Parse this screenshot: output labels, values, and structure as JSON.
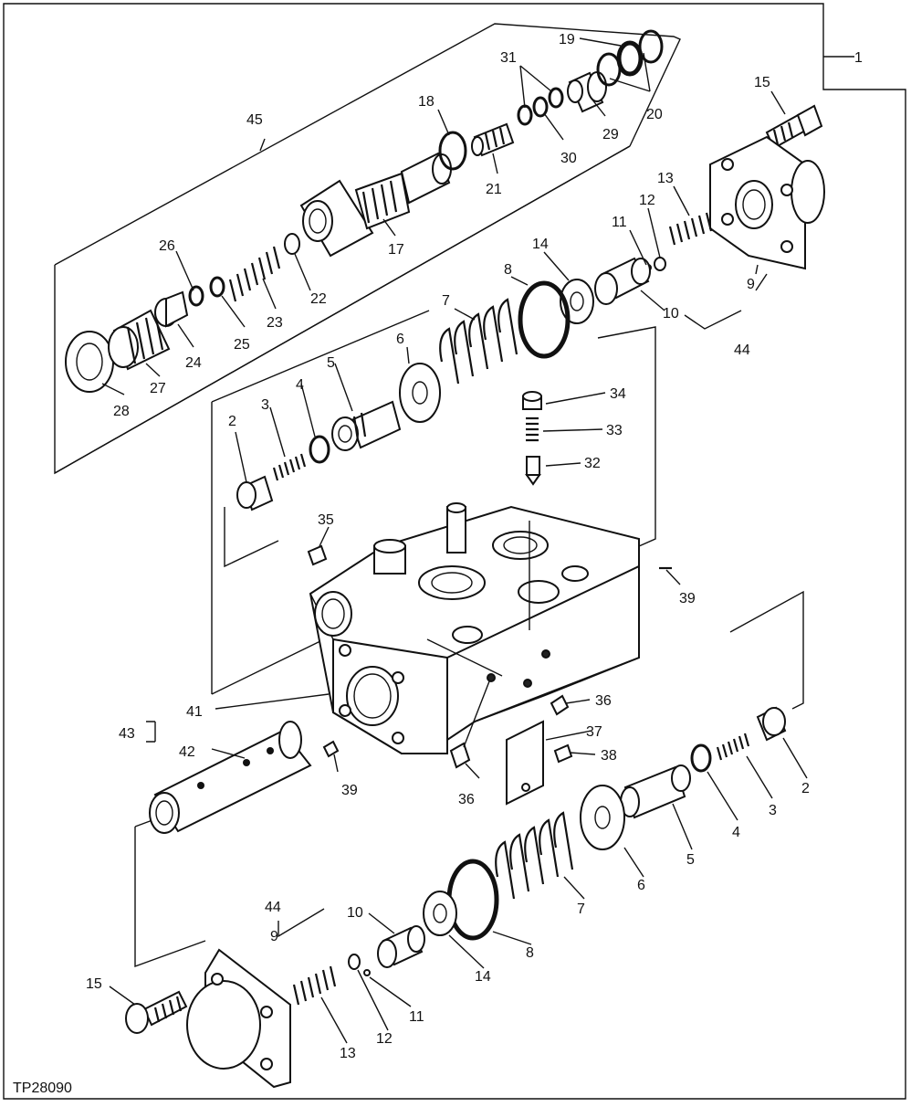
{
  "figure_id": "TP28090",
  "labels": [
    "1",
    "2",
    "3",
    "4",
    "5",
    "6",
    "7",
    "8",
    "9",
    "10",
    "11",
    "12",
    "13",
    "14",
    "15",
    "17",
    "18",
    "19",
    "20",
    "21",
    "22",
    "23",
    "24",
    "25",
    "26",
    "27",
    "28",
    "29",
    "30",
    "31",
    "32",
    "33",
    "34",
    "35",
    "36",
    "37",
    "38",
    "39",
    "41",
    "42",
    "43",
    "44",
    "45"
  ]
}
